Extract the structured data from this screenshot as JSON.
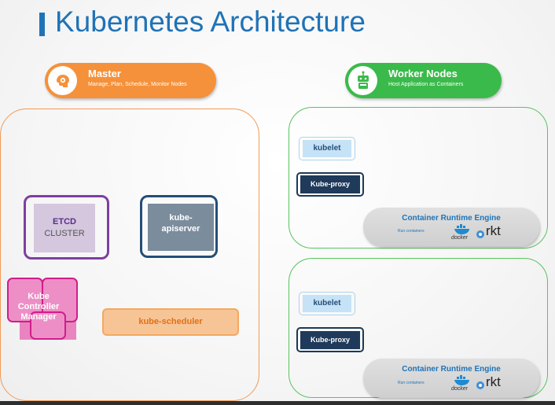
{
  "title": "Kubernetes Architecture",
  "master": {
    "title": "Master",
    "subtitle": "Manage, Plan, Schedule, Monitor Nodes",
    "icon": "brain-gear-icon",
    "color": "#f5913a",
    "components": {
      "etcd_title": "ETCD",
      "etcd_sub": "CLUSTER",
      "apiserver": "kube-\napiserver",
      "controller_manager": "Kube\nController\nManager",
      "scheduler": "kube-scheduler"
    }
  },
  "workers": {
    "title": "Worker Nodes",
    "subtitle": "Host Application as Containers",
    "icon": "robot-icon",
    "color": "#3aba4a",
    "nodes": [
      {
        "kubelet": "kubelet",
        "proxy": "Kube-proxy",
        "runtime_title": "Container Runtime Engine",
        "runtime_sub": "Run containers",
        "docker": "docker",
        "rkt": "rkt"
      },
      {
        "kubelet": "kubelet",
        "proxy": "Kube-proxy",
        "runtime_title": "Container Runtime Engine",
        "runtime_sub": "Run containers",
        "docker": "docker",
        "rkt": "rkt"
      }
    ]
  }
}
